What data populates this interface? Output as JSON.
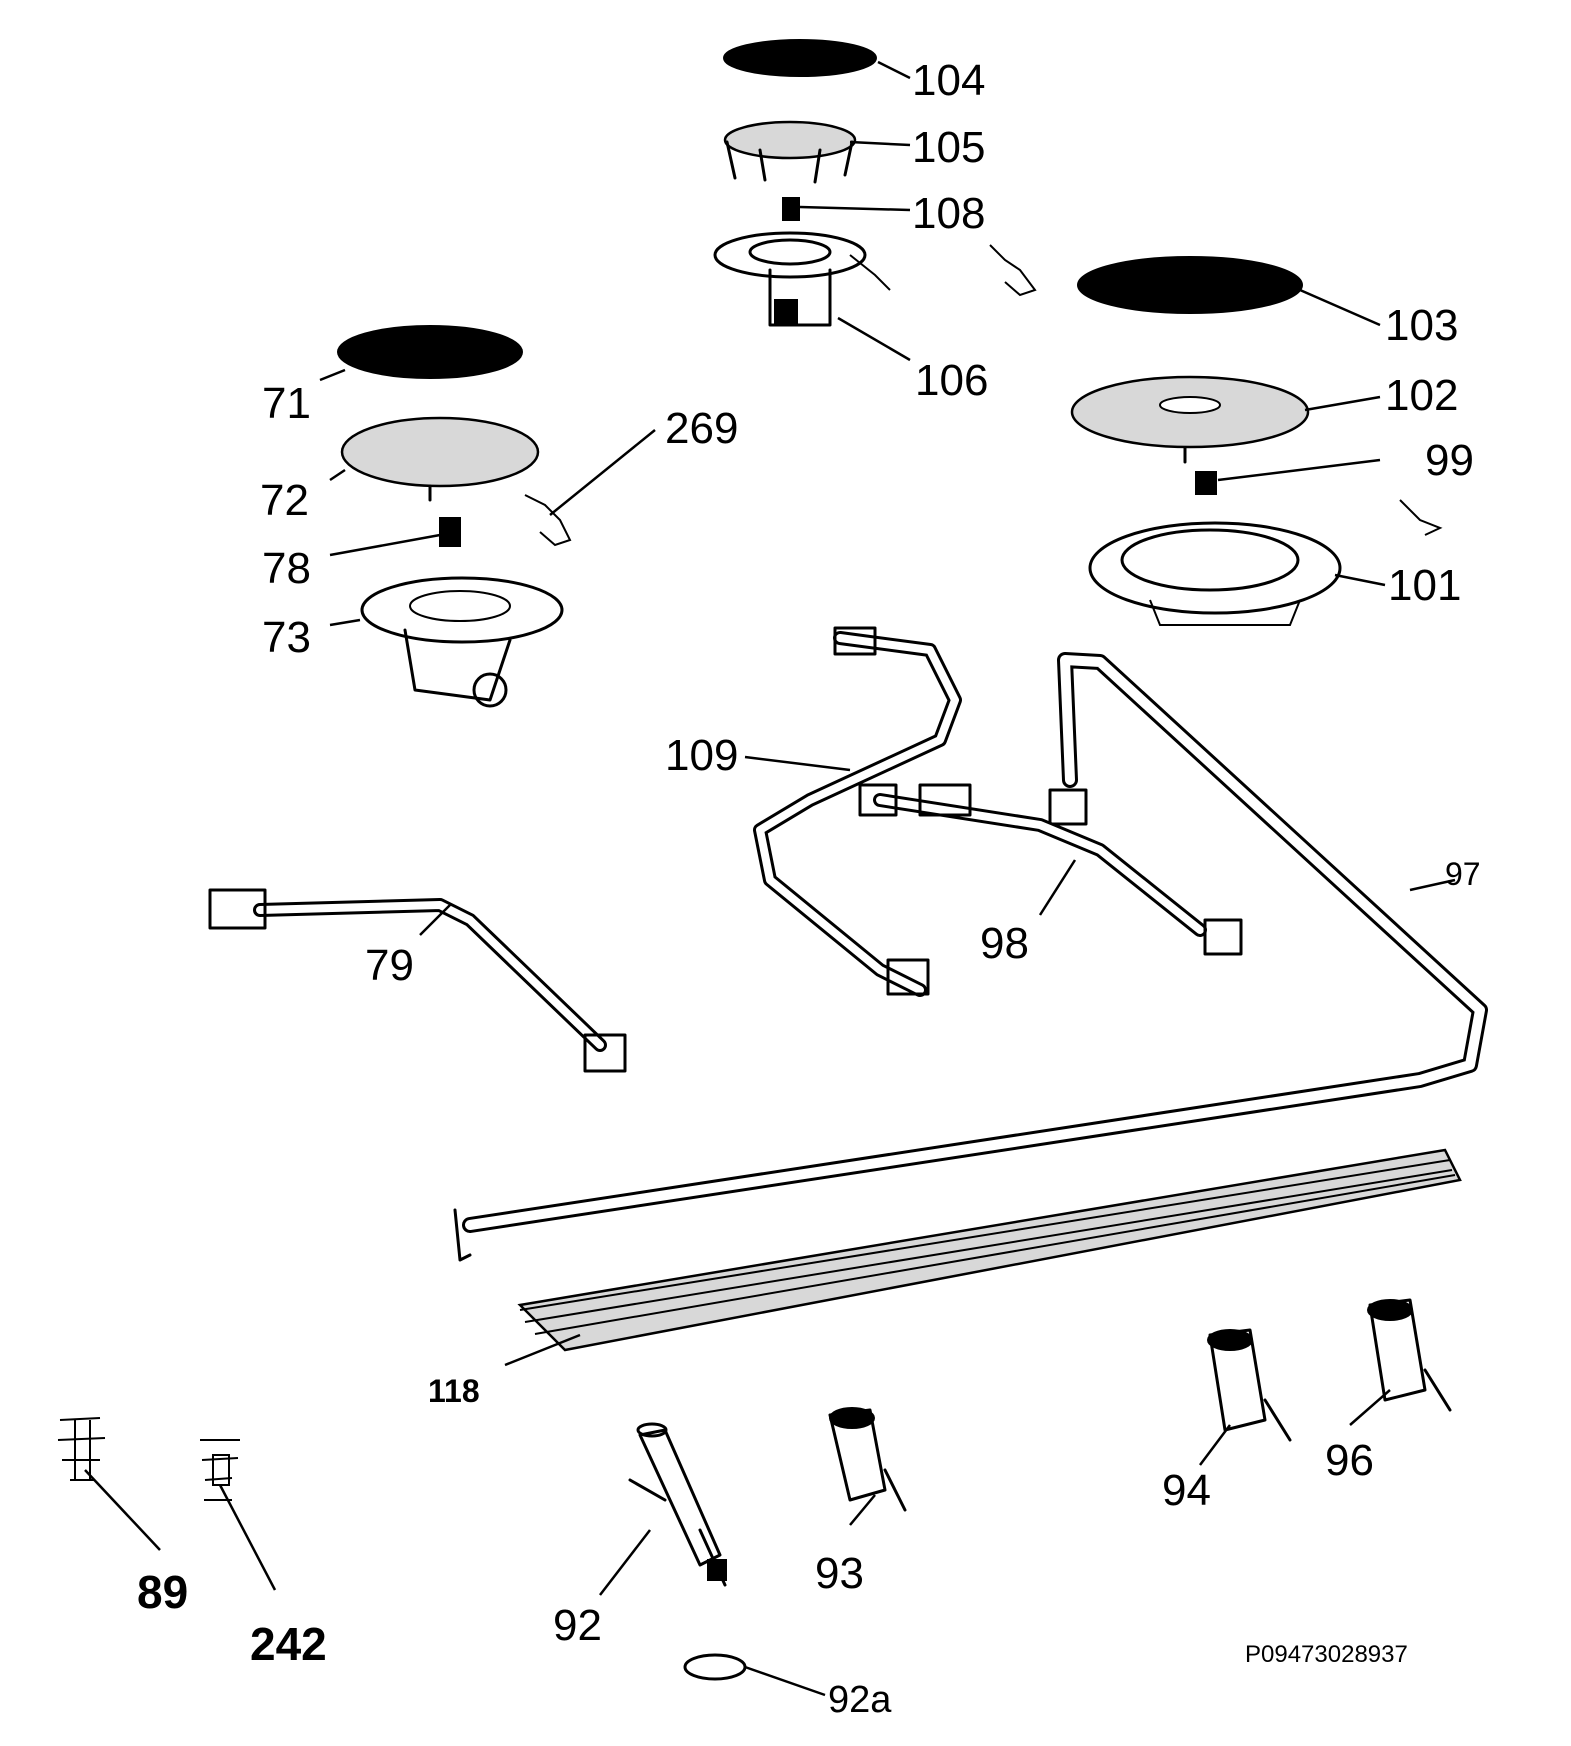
{
  "labels": {
    "p104": "104",
    "p105": "105",
    "p108": "108",
    "p106": "106",
    "p103": "103",
    "p102": "102",
    "p99": "99",
    "p101": "101",
    "p71": "71",
    "p72": "72",
    "p269": "269",
    "p78": "78",
    "p73": "73",
    "p109": "109",
    "p97": "97",
    "p98": "98",
    "p79": "79",
    "p118": "118",
    "p94": "94",
    "p96": "96",
    "p93": "93",
    "p92": "92",
    "p92a": "92a",
    "p89": "89",
    "p242": "242"
  },
  "code": "P09473028937"
}
